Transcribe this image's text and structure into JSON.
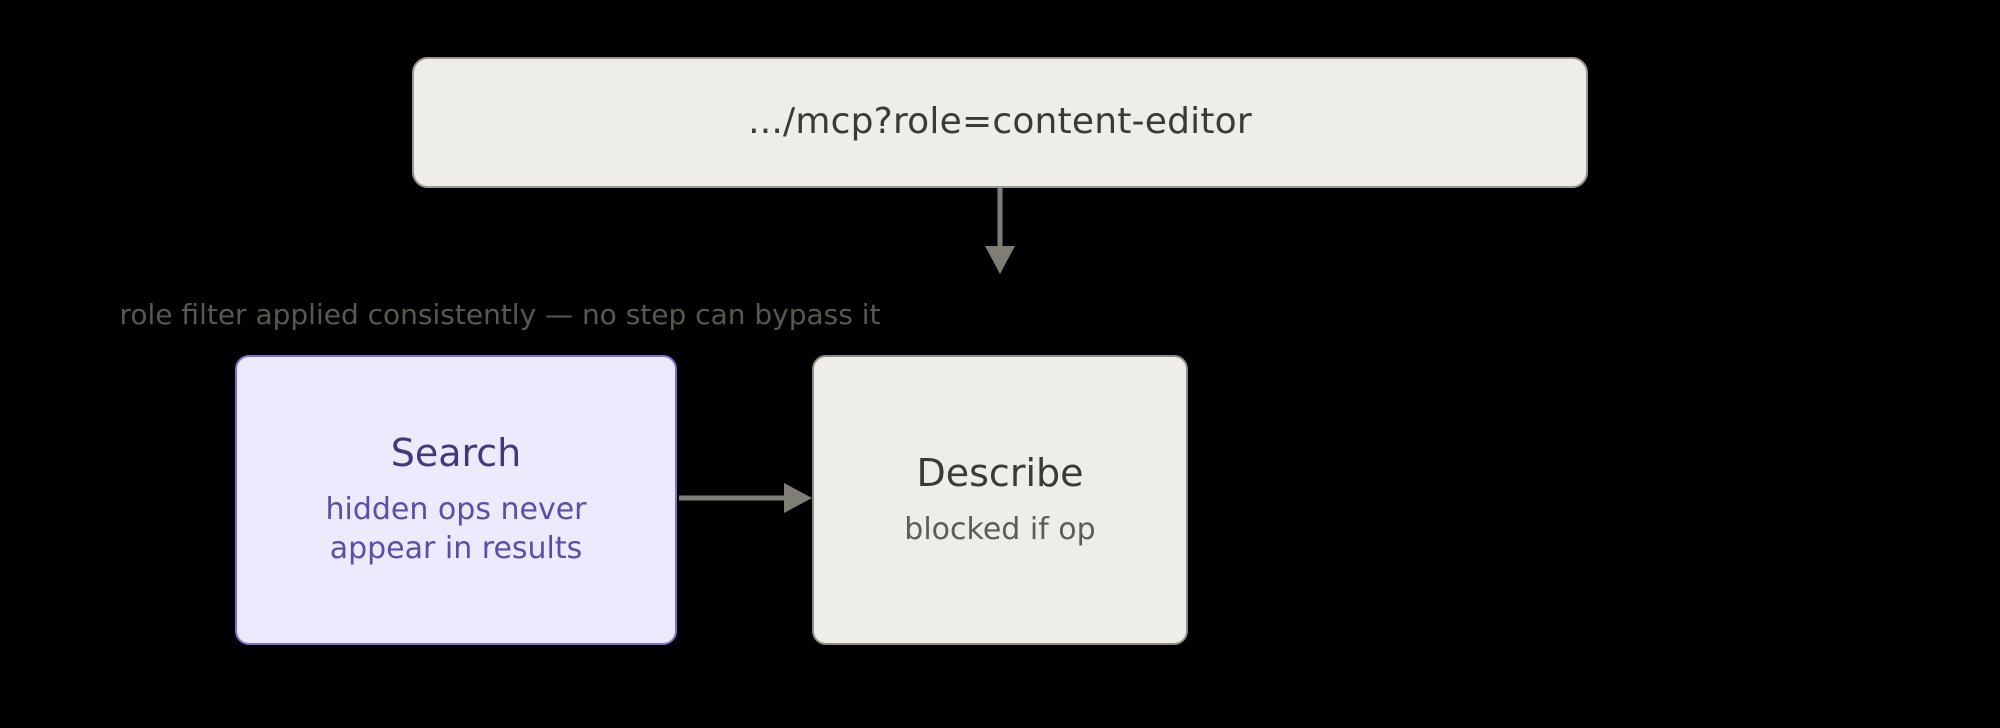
{
  "diagram": {
    "background_color": "#000000",
    "edge_color": "#7E7E76",
    "nodes": {
      "root": {
        "id": "root",
        "title": ".../mcp?role=content-editor",
        "fill": "#EEEDE8",
        "border": "#9A9A92",
        "text_color": "#3A3A38"
      },
      "search": {
        "id": "search",
        "title": "Search",
        "sub_line_1": "hidden ops never",
        "sub_line_2": "appear in results",
        "fill": "#ECEAFC",
        "border": "#7E6FD0",
        "text_color": "#403A78",
        "sub_text_color": "#5A4FA8"
      },
      "describe": {
        "id": "describe",
        "title": "Describe",
        "sub_line_1": "blocked if op",
        "fill": "#EEEDE8",
        "border": "#8F8F88",
        "text_color": "#3A3A38",
        "sub_text_color": "#5C5C58"
      }
    },
    "edges": {
      "root_to_flow": {
        "from": "root",
        "to": "search",
        "label": "role filter applied consistently — no step can bypass it",
        "label_color": "#585850",
        "direction": "down"
      },
      "search_to_describe": {
        "from": "search",
        "to": "describe",
        "label": "",
        "direction": "right"
      }
    }
  }
}
